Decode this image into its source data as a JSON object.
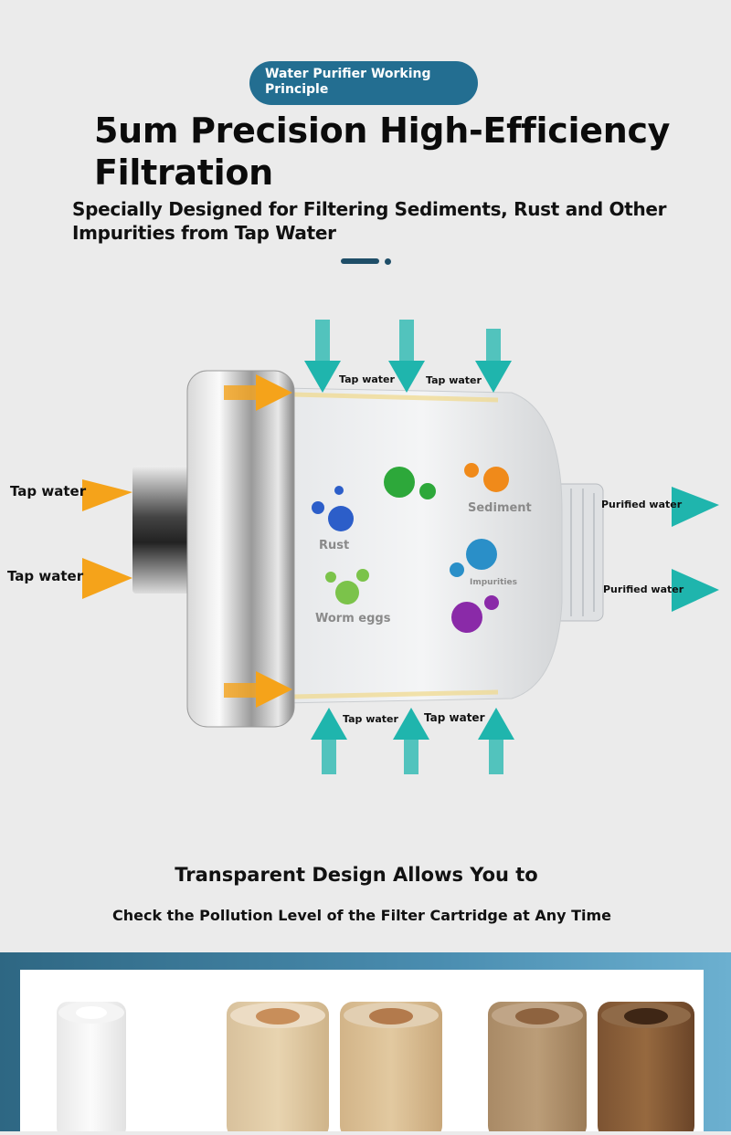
{
  "header": {
    "badge": "Water Purifier Working Principle",
    "title_line1": "5um Precision High-Efficiency",
    "title_line2": "Filtration",
    "subtitle": "Specially Designed for Filtering Sediments, Rust and Other Impurities from Tap Water"
  },
  "diagram": {
    "inlet_labels": [
      "Tap water",
      "Tap water"
    ],
    "top_labels": [
      "Tap water",
      "Tap water"
    ],
    "bottom_labels": [
      "Tap water",
      "Tap water"
    ],
    "outlet_labels": [
      "Purified water",
      "Purified water"
    ],
    "contaminants": [
      "Rust",
      "Sediment",
      "Impurities",
      "Worm eggs"
    ],
    "colors": {
      "inflow": "#f5a31a",
      "flow": "#1fb5ad"
    }
  },
  "section": {
    "heading": "Transparent Design Allows You to",
    "subheading": "Check the Pollution Level of the Filter Cartridge at Any Time"
  }
}
